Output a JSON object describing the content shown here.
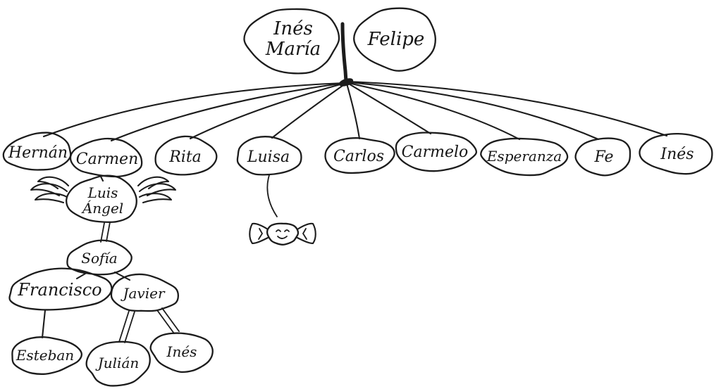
{
  "diagram": {
    "type": "family-tree",
    "style": "hand-drawn-ink",
    "ink_color": "#1c1c1c",
    "background_color": "#ffffff",
    "parents": {
      "mother_line1": "Inés",
      "mother_line2": "María",
      "father": "Felipe"
    },
    "children": [
      {
        "label": "Hernán"
      },
      {
        "label": "Carmen"
      },
      {
        "label": "Rita"
      },
      {
        "label": "Luisa"
      },
      {
        "label": "Carlos"
      },
      {
        "label": "Carmelo"
      },
      {
        "label": "Esperanza"
      },
      {
        "label": "Fe"
      },
      {
        "label": "Inés"
      }
    ],
    "descendants": {
      "luis_angel_line1": "Luis",
      "luis_angel_line2": "Ángel",
      "luis_angel_decoration": "angel-wings",
      "sofia": "Sofía",
      "francisco": "Francisco",
      "javier": "Javier",
      "esteban": "Esteban",
      "julian": "Julián",
      "ines": "Inés"
    },
    "doodles": [
      {
        "name": "candy",
        "attached_to": "Luisa"
      }
    ],
    "relationships": [
      "Inés María + Felipe are parents of Hernán, Carmen, Rita, Luisa, Carlos, Carmelo, Esperanza, Fe, Inés",
      "Carmen connects to Luis Ángel (drawn with angel wings)",
      "Luis Ángel connects to Sofía",
      "Sofía connects to Francisco and Javier",
      "Francisco connects to Esteban",
      "Javier connects to Julián and Inés",
      "A candy doodle hangs from Luisa"
    ]
  }
}
